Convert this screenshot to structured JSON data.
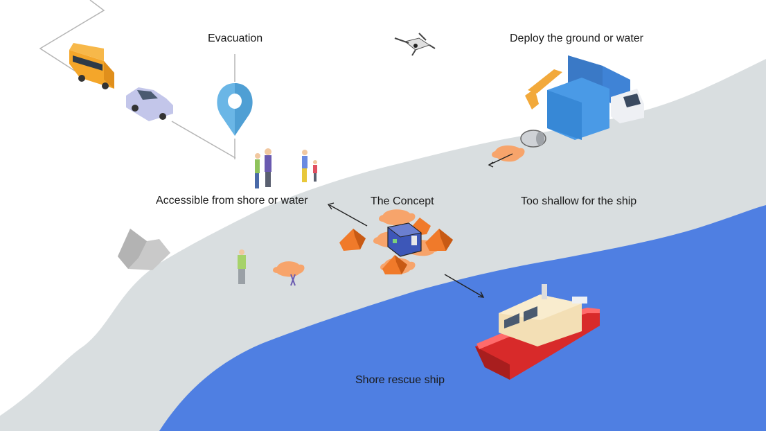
{
  "labels": {
    "evacuation": "Evacuation",
    "deploy": "Deploy the ground or water",
    "accessible": "Accessible from shore or water",
    "concept": "The Concept",
    "too_shallow": "Too shallow for the ship",
    "rescue_ship": "Shore rescue ship"
  },
  "colors": {
    "background": "#ffffff",
    "shore": "#d9dee0",
    "water": "#4f7fe2",
    "pads": "#f7a46b",
    "tents": "#f07a2a",
    "ship_hull": "#d82a2a",
    "ship_cabin": "#f3dfb5",
    "pin": "#6ab6e6",
    "bus": "#f4a62a",
    "container": "#3f83d6",
    "road": "#b5b5b5"
  },
  "icons": [
    "bus-icon",
    "car-icon",
    "location-pin-icon",
    "drone-icon",
    "container-truck-icon",
    "crane-icon",
    "people-icon",
    "rock-icon",
    "tent-icon",
    "ship-icon",
    "barrel-icon",
    "person-icon"
  ]
}
